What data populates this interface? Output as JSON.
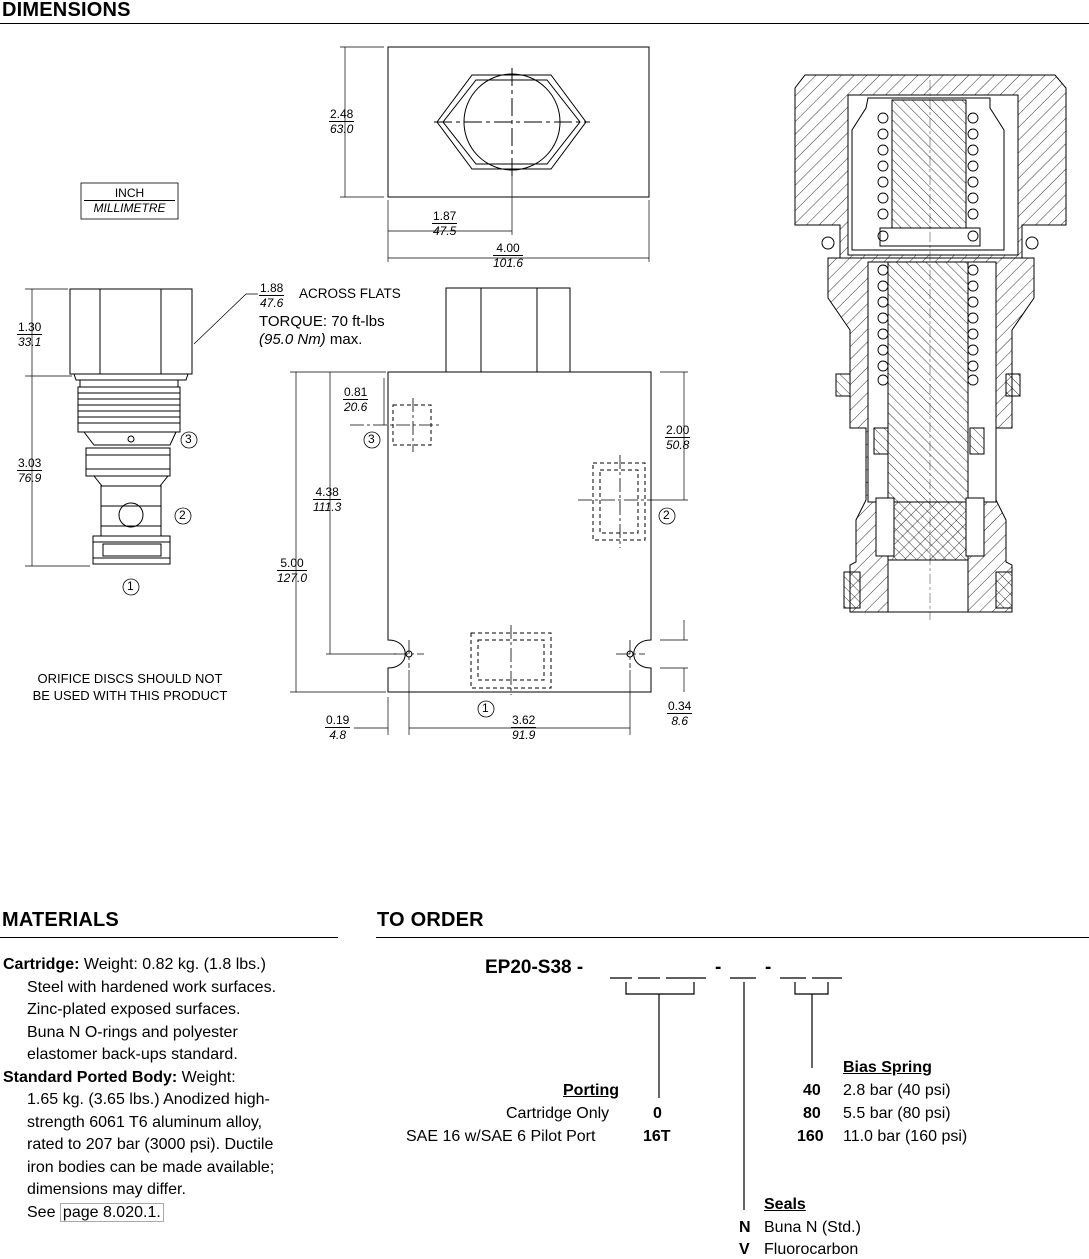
{
  "sections": {
    "dimensions": "DIMENSIONS",
    "materials": "MATERIALS",
    "to_order": "TO ORDER"
  },
  "legend": {
    "inch": "INCH",
    "mm": "MILLIMETRE"
  },
  "dims": {
    "top_h": {
      "in": "2.48",
      "mm": "63.0"
    },
    "top_w1": {
      "in": "1.87",
      "mm": "47.5"
    },
    "top_w2": {
      "in": "4.00",
      "mm": "101.6"
    },
    "flats": {
      "in": "1.88",
      "mm": "47.6",
      "label": "ACROSS FLATS"
    },
    "torque": {
      "line1": "TORQUE: 70 ft-lbs",
      "line2_metric": "(95.0 Nm)",
      "line2_suffix": " max."
    },
    "cart_top": {
      "in": "1.30",
      "mm": "33.1"
    },
    "cart_body": {
      "in": "3.03",
      "mm": "76.9"
    },
    "p3_off": {
      "in": "0.81",
      "mm": "20.6"
    },
    "p3_h": {
      "in": "4.38",
      "mm": "111.3"
    },
    "body_h": {
      "in": "5.00",
      "mm": "127.0"
    },
    "p2_off": {
      "in": "2.00",
      "mm": "50.8"
    },
    "edge": {
      "in": "0.19",
      "mm": "4.8"
    },
    "hole_sp": {
      "in": "3.62",
      "mm": "91.9"
    },
    "hole_off": {
      "in": "0.34",
      "mm": "8.6"
    }
  },
  "ports": {
    "p1": "1",
    "p2": "2",
    "p3": "3"
  },
  "orifice_note": {
    "line1": "ORIFICE DISCS SHOULD NOT",
    "line2": "BE USED WITH THIS PRODUCT"
  },
  "materials": {
    "cartridge_label": "Cartridge:",
    "cartridge_lines": [
      " Weight: 0.82 kg. (1.8 lbs.)",
      "Steel with hardened work surfaces.",
      "Zinc-plated exposed surfaces.",
      "Buna N O-rings and polyester",
      "elastomer back-ups standard."
    ],
    "body_label": "Standard Ported Body:",
    "body_lines": [
      " Weight:",
      "1.65 kg. (3.65 lbs.) Anodized high-",
      "strength 6061 T6 aluminum alloy,",
      "rated to 207 bar (3000 psi). Ductile",
      "iron bodies can be made available;",
      "dimensions may differ."
    ],
    "see": "See ",
    "page_link": "page 8.020.1."
  },
  "order": {
    "model": "EP20-S38 -",
    "sep1": "-",
    "sep2": "-",
    "porting": {
      "title": "Porting",
      "rows": [
        {
          "label": "Cartridge Only",
          "code": "0"
        },
        {
          "label": "SAE 16 w/SAE 6 Pilot Port",
          "code": "16T"
        }
      ]
    },
    "bias": {
      "title": "Bias Spring",
      "rows": [
        {
          "code": "40",
          "label": "2.8 bar (40 psi)"
        },
        {
          "code": "80",
          "label": "5.5 bar (80 psi)"
        },
        {
          "code": "160",
          "label": "11.0 bar (160 psi)"
        }
      ]
    },
    "seals": {
      "title": "Seals",
      "rows": [
        {
          "code": "N",
          "label": "Buna N (Std.)"
        },
        {
          "code": "V",
          "label": "Fluorocarbon"
        }
      ]
    }
  }
}
